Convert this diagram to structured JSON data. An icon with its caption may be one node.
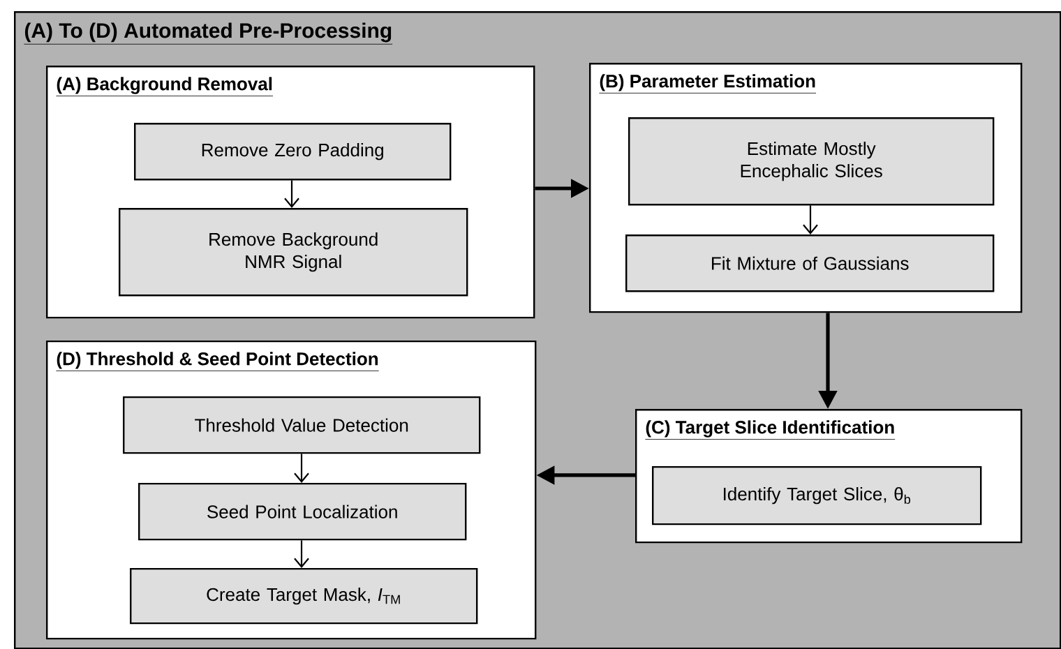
{
  "diagram": {
    "nodes": [
      {
        "text": [
          "(A) To (D) Automated Pre-Processing"
        ]
      },
      {
        "text": [
          "(A) Background Removal"
        ],
        "in": 0
      },
      {
        "text": [
          "Remove Zero Padding"
        ],
        "in": 1
      },
      {
        "text": [
          "Remove Background NMR Signal"
        ],
        "in": 1
      },
      {
        "text": [
          "(B) Parameter Estimation"
        ],
        "in": 0
      },
      {
        "text": [
          "Estimate Mostly Encephalic Slices"
        ],
        "in": 4
      },
      {
        "text": [
          "Fit Mixture of Gaussians"
        ],
        "in": 4
      },
      {
        "text": [
          "(D) Threshold & Seed Point Detection"
        ],
        "in": 0
      },
      {
        "text": [
          "Threshold Value Detection"
        ],
        "in": 7
      },
      {
        "text": [
          "Seed Point Localization"
        ],
        "in": 7
      },
      {
        "text": [
          "Create Target Mask, *I*$_{TM}$"
        ],
        "in": 7
      },
      {
        "text": [
          "(C) Target Slice Identification"
        ],
        "in": 0
      },
      {
        "text": [
          "Identify Target Slice, θ$_{b}$"
        ],
        "in": 11
      }
    ],
    "edges": [
      {
        "from": 2,
        "to": 3,
        "arrow": "to"
      },
      {
        "from": 1,
        "to": 4,
        "arrow": "to",
        "style": "thick"
      },
      {
        "from": 5,
        "to": 6,
        "arrow": "to"
      },
      {
        "from": 4,
        "to": 11,
        "arrow": "to",
        "style": "thick"
      },
      {
        "from": 11,
        "to": 7,
        "arrow": "to",
        "style": "thick"
      },
      {
        "from": 8,
        "to": 9,
        "arrow": "to"
      },
      {
        "from": 9,
        "to": 10,
        "arrow": "to"
      }
    ]
  }
}
